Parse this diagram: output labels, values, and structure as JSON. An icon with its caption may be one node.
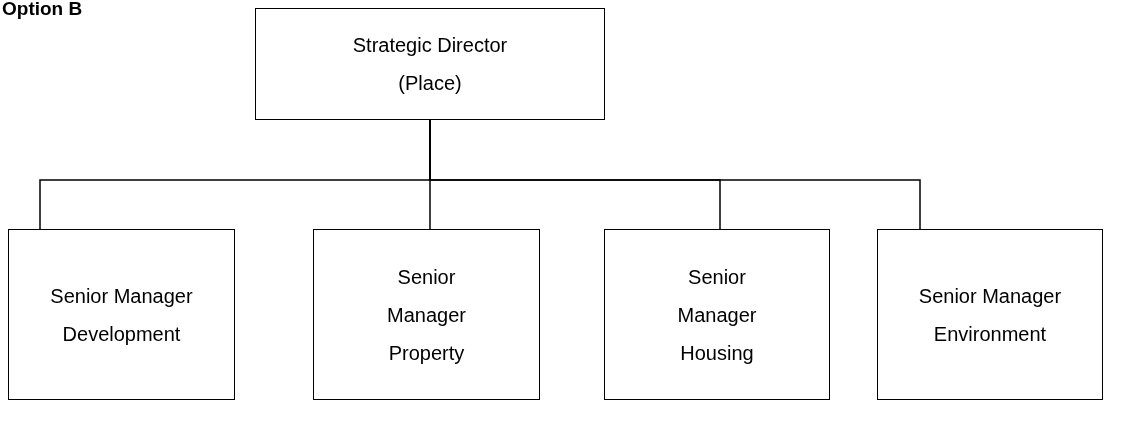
{
  "diagram": {
    "title": "Option B",
    "nodes": [
      {
        "text": [
          "Strategic Director (Place)"
        ]
      },
      {
        "text": [
          "Senior Manager Development"
        ]
      },
      {
        "text": [
          "Senior Manager Property"
        ]
      },
      {
        "text": [
          "Senior Manager Housing"
        ]
      },
      {
        "text": [
          "Senior Manager Environment"
        ]
      }
    ],
    "edges": [
      {
        "from": 0,
        "to": 1,
        "arrow": "none"
      },
      {
        "from": 0,
        "to": 2,
        "arrow": "none"
      },
      {
        "from": 0,
        "to": 3,
        "arrow": "none"
      },
      {
        "from": 0,
        "to": 4,
        "arrow": "none"
      }
    ]
  }
}
